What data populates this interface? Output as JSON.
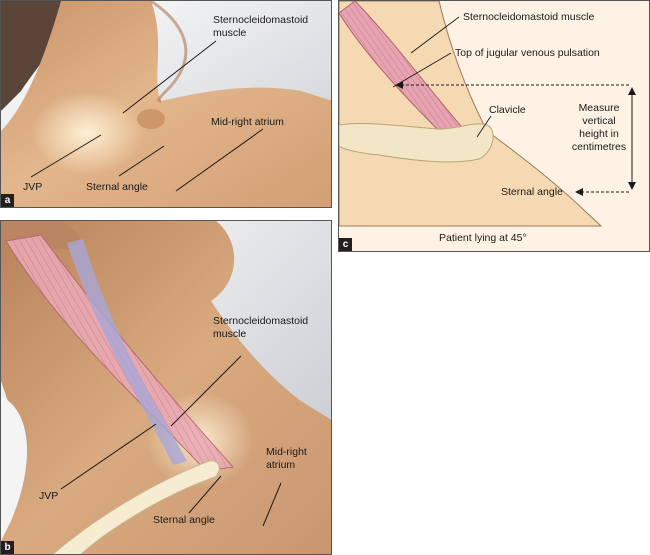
{
  "panel_a": {
    "tag": "a",
    "labels": {
      "scm_line1": "Sternocleidomastoid",
      "scm_line2": "muscle",
      "mid_right_atrium": "Mid-right atrium",
      "jvp": "JVP",
      "sternal_angle": "Sternal angle"
    }
  },
  "panel_b": {
    "tag": "b",
    "labels": {
      "scm_line1": "Sternocleidomastoid",
      "scm_line2": "muscle",
      "mra_line1": "Mid-right",
      "mra_line2": "atrium",
      "jvp": "JVP",
      "sternal_angle": "Sternal angle"
    }
  },
  "panel_c": {
    "tag": "c",
    "labels": {
      "scm": "Sternocleidomastoid muscle",
      "top_jvp": "Top of jugular venous pulsation",
      "clavicle": "Clavicle",
      "measure_line1": "Measure",
      "measure_line2": "vertical",
      "measure_line3": "height in",
      "measure_line4": "centimetres",
      "sternal_angle": "Sternal angle",
      "caption": "Patient lying at 45°"
    }
  },
  "colors": {
    "skin_light": "#e9c39a",
    "skin_mid": "#d3a47a",
    "skin_dark": "#a87450",
    "muscle": "#e8a9b4",
    "muscle_stripe": "#c06a7c",
    "vein": "#a6a6da",
    "clavicle": "#f3e6c6",
    "diagram_bg": "#fdf2e3",
    "tag_bg": "#231f20"
  }
}
